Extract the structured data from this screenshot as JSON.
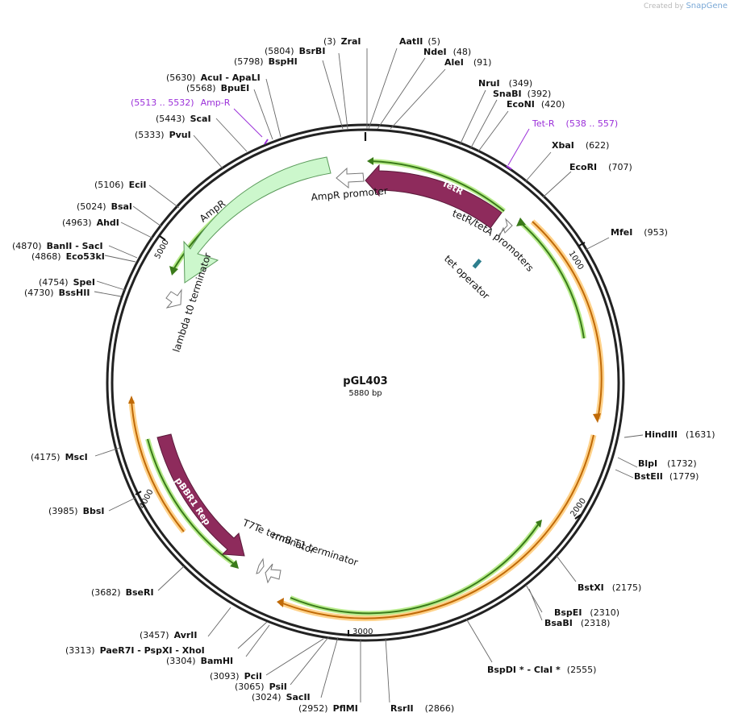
{
  "watermark": {
    "prefix": "Created by",
    "brand": "SnapGene"
  },
  "plasmid": {
    "name": "pGL403",
    "size": "5880 bp"
  },
  "ticks": [
    "1000",
    "2000",
    "3000",
    "4000",
    "5000"
  ],
  "sites": [
    {
      "pos": "(3)",
      "name": "ZraI"
    },
    {
      "pos": "(5)",
      "name": "AatII"
    },
    {
      "pos": "(48)",
      "name": "NdeI"
    },
    {
      "pos": "(91)",
      "name": "AleI"
    },
    {
      "pos": "(349)",
      "name": "NruI"
    },
    {
      "pos": "(392)",
      "name": "SnaBI"
    },
    {
      "pos": "(420)",
      "name": "EcoNI"
    },
    {
      "pos": "(622)",
      "name": "XbaI"
    },
    {
      "pos": "(707)",
      "name": "EcoRI"
    },
    {
      "pos": "(953)",
      "name": "MfeI"
    },
    {
      "pos": "(1631)",
      "name": "HindIII"
    },
    {
      "pos": "(1732)",
      "name": "BlpI"
    },
    {
      "pos": "(1779)",
      "name": "BstEII"
    },
    {
      "pos": "(2175)",
      "name": "BstXI"
    },
    {
      "pos": "(2310)",
      "name": "BspEI"
    },
    {
      "pos": "(2318)",
      "name": "BsaBI"
    },
    {
      "pos": "(2555)",
      "name": "BspDI * - ClaI *"
    },
    {
      "pos": "(2866)",
      "name": "RsrII"
    },
    {
      "pos": "(2952)",
      "name": "PflMI"
    },
    {
      "pos": "(3024)",
      "name": "SacII"
    },
    {
      "pos": "(3065)",
      "name": "PsiI"
    },
    {
      "pos": "(3093)",
      "name": "PciI"
    },
    {
      "pos": "(3304)",
      "name": "BamHI"
    },
    {
      "pos": "(3313)",
      "name": "PaeR7I - PspXI - XhoI"
    },
    {
      "pos": "(3457)",
      "name": "AvrII"
    },
    {
      "pos": "(3682)",
      "name": "BseRI"
    },
    {
      "pos": "(3985)",
      "name": "BbsI"
    },
    {
      "pos": "(4175)",
      "name": "MscI"
    },
    {
      "pos": "(4730)",
      "name": "BssHII"
    },
    {
      "pos": "(4754)",
      "name": "SpeI"
    },
    {
      "pos": "(4868)",
      "name": "Eco53kI"
    },
    {
      "pos": "(4870)",
      "name": "BanII - SacI"
    },
    {
      "pos": "(4963)",
      "name": "AhdI"
    },
    {
      "pos": "(5024)",
      "name": "BsaI"
    },
    {
      "pos": "(5106)",
      "name": "EciI"
    },
    {
      "pos": "(5333)",
      "name": "PvuI"
    },
    {
      "pos": "(5443)",
      "name": "ScaI"
    },
    {
      "pos": "(5568)",
      "name": "BpuEI"
    },
    {
      "pos": "(5630)",
      "name": "AcuI - ApaLI"
    },
    {
      "pos": "(5798)",
      "name": "BspHI"
    },
    {
      "pos": "(5804)",
      "name": "BsrBI"
    }
  ],
  "primers": [
    {
      "name": "Amp-R",
      "range": "(5513 .. 5532)"
    },
    {
      "name": "Tet-R",
      "range": "(538 .. 557)"
    }
  ],
  "features": {
    "tetr": "TetR",
    "tetr_promoters": "tetR/tetA promoters",
    "tet_operator": "tet operator",
    "ampr": "AmpR",
    "ampr_promoter": "AmpR promoter",
    "lambda_t0": "lambda t0 terminator",
    "pbbr1_rep": "pBBR1 Rep",
    "t7te": "T7Te terminator",
    "rrnb_t1": "rrnB T1 terminator"
  },
  "colors": {
    "backbone": "#222222",
    "tetr_fill": "#8e2b5c",
    "pbbr1_fill": "#8e2b5c",
    "ampr_fill": "#ccf7cc",
    "orf_line": "#3a7a1a",
    "orf_glow": "#b8ec8c",
    "orange_line": "#c06a08",
    "orange_glow": "#ffd28a",
    "primer": "#9b30d9",
    "operator": "#2e7f8e"
  }
}
